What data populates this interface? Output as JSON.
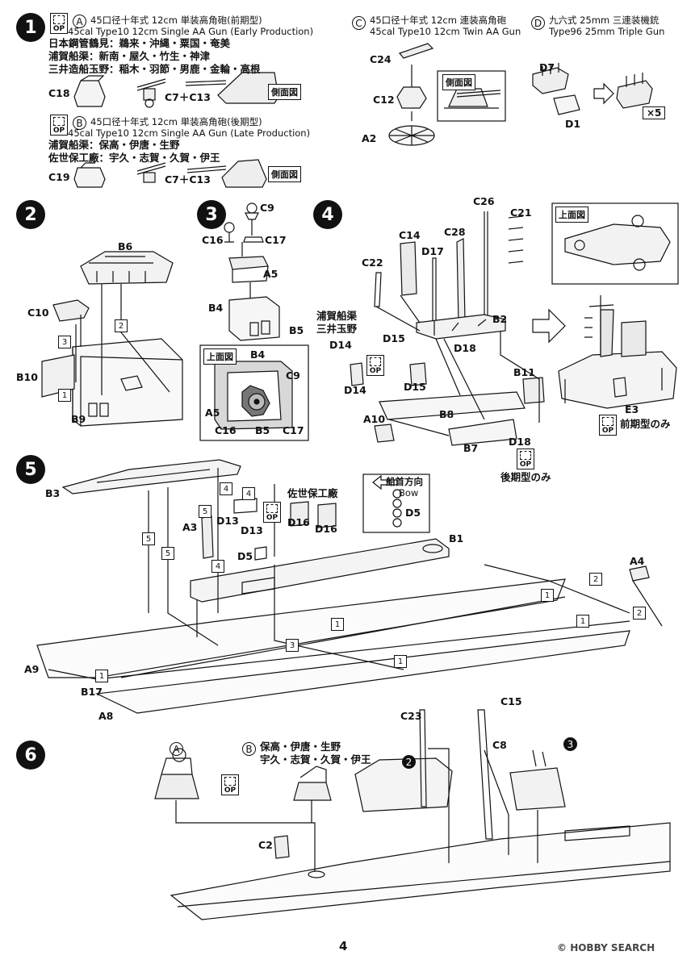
{
  "page_number": "4",
  "watermark": "HOBBY SEARCH",
  "watermark_prefix": "© ",
  "op_label": "OP",
  "side_view": "側面図",
  "top_view": "上面図",
  "step1": {
    "number": "1",
    "a_letter": "A",
    "a_title_jp": "45口径十年式 12cm 単装高角砲(前期型)",
    "a_title_en": "45cal Type10 12cm Single AA Gun (Early Production)",
    "a_ships": [
      "日本鋼管鶴見：鵜来・沖縄・粟国・奄美",
      "浦賀船渠：新南・屋久・竹生・神津",
      "三井造船玉野：稲木・羽節・男鹿・金輪・高根"
    ],
    "a_parts": [
      "C18",
      "C7＋C13"
    ],
    "b_letter": "B",
    "b_title_jp": "45口径十年式 12cm 単装高角砲(後期型)",
    "b_title_en": "45cal Type10 12cm Single AA Gun (Late Production)",
    "b_ships": [
      "浦賀船渠：保高・伊唐・生野",
      "佐世保工廠：宇久・志賀・久賀・伊王"
    ],
    "b_parts": [
      "C19",
      "C7＋C13"
    ]
  },
  "section_c": {
    "letter": "C",
    "title_jp": "45口径十年式 12cm 連装高角砲",
    "title_en": "45cal Type10 12cm Twin AA Gun",
    "parts": [
      "C24",
      "C12",
      "A2"
    ]
  },
  "section_d": {
    "letter": "D",
    "title_jp": "九六式 25mm 三連装機銃",
    "title_en": "Type96 25mm Triple Gun",
    "parts": [
      "D7",
      "D1"
    ],
    "multiplier": "×5"
  },
  "step2": {
    "number": "2",
    "parts": [
      "B6",
      "C10",
      "B10",
      "B9"
    ],
    "boxes": [
      "3",
      "2",
      "1"
    ]
  },
  "step3": {
    "number": "3",
    "parts": [
      "C9",
      "C16",
      "C17",
      "A5",
      "B4",
      "B5"
    ],
    "inset_parts": [
      "B4",
      "C9",
      "A5",
      "C16",
      "B5",
      "C17"
    ]
  },
  "step4": {
    "number": "4",
    "parts": [
      "C26",
      "C21",
      "C14",
      "C28",
      "D17",
      "C22",
      "B2",
      "D14",
      "D15",
      "D14",
      "D15",
      "D18",
      "B11",
      "A10",
      "B8",
      "B7",
      "D18",
      "E3"
    ],
    "uraga_note": [
      "浦賀船渠",
      "三井玉野"
    ],
    "early_only": "前期型のみ",
    "late_only": "後期型のみ"
  },
  "step5": {
    "number": "5",
    "parts": [
      "B3",
      "A3",
      "D13",
      "D13",
      "D16",
      "D16",
      "D5",
      "B1",
      "D5",
      "A4",
      "A9",
      "B17",
      "A8"
    ],
    "sasebo": "佐世保工廠",
    "bow_jp": "船首方向",
    "bow_en": "Bow",
    "boxes": [
      "4",
      "4",
      "5",
      "5",
      "4",
      "5",
      "1",
      "2",
      "1",
      "1",
      "2",
      "3",
      "1",
      "1"
    ]
  },
  "step6": {
    "number": "6",
    "a_letter": "A",
    "b_letter": "B",
    "b_ships": [
      "保高・伊唐・生野",
      "宇久・志賀・久賀・伊王"
    ],
    "parts": [
      "C23",
      "C15",
      "C8",
      "C2"
    ],
    "refs": [
      "2",
      "3"
    ]
  }
}
